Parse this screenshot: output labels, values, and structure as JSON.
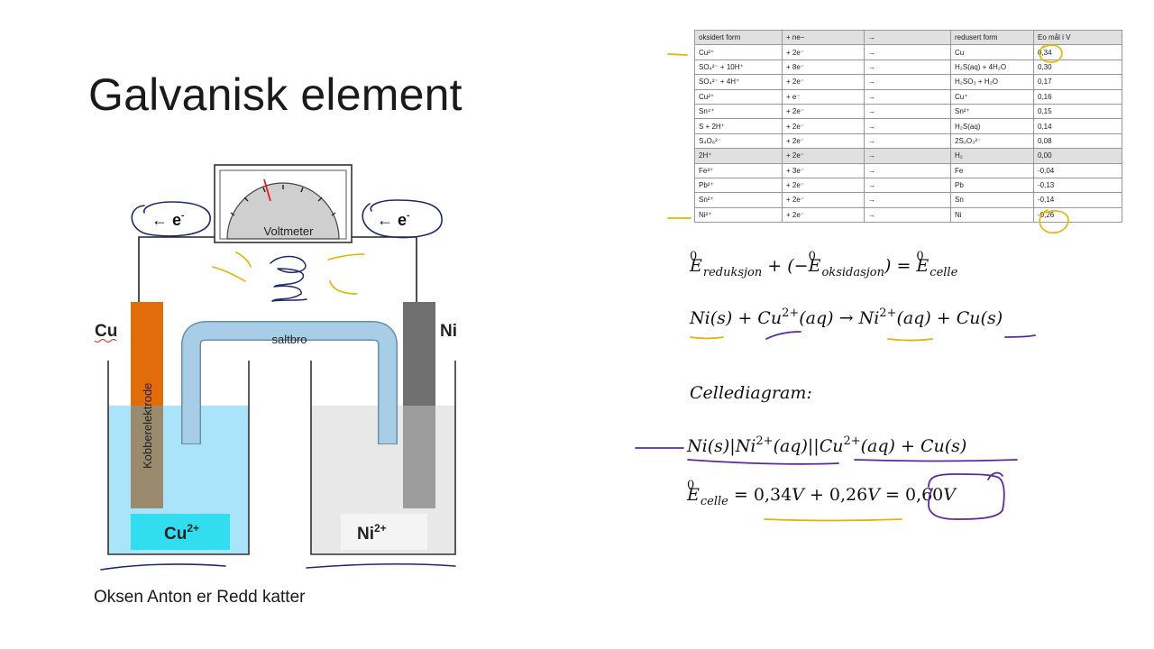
{
  "slide": {
    "title": "Galvanisk element",
    "footer": "Oksen Anton er Redd katter"
  },
  "diagram": {
    "voltmeter_label": "Voltmeter",
    "electron_left": "← e",
    "electron_right": "← e",
    "electron_sup": "-",
    "salt_bridge_label": "saltbro",
    "left_metal": "Cu",
    "right_metal": "Ni",
    "electrode_label": "Kobberelektrode",
    "left_ion": "Cu",
    "left_ion_charge": "2+",
    "right_ion": "Ni",
    "right_ion_charge": "2+",
    "colors": {
      "copper": "#e36c0a",
      "nickel": "#7f7f7f",
      "left_solution": "#a9e4fa",
      "right_solution": "#e8e8e8",
      "salt_bridge": "#a8cde6",
      "cu_ion_box": "#33ddf0",
      "needle": "#e02020"
    }
  },
  "table": {
    "headers": [
      "oksidert form",
      "+ ne−",
      "→",
      "redusert form",
      "Eo mål i V"
    ],
    "rows": [
      {
        "ox": "Cu²⁺",
        "ne": "+ 2e⁻",
        "arrow": "→",
        "red": "Cu",
        "e": "0,34"
      },
      {
        "ox": "SO₄²⁻ + 10H⁺",
        "ne": "+ 8e⁻",
        "arrow": "→",
        "red": "H₂S(aq)  + 4H₂O",
        "e": "0,30"
      },
      {
        "ox": "SO₄²⁻ + 4H⁺",
        "ne": "+ 2e⁻",
        "arrow": "→",
        "red": "H₂SO₃  + H₂O",
        "e": "0,17"
      },
      {
        "ox": "Cu²⁺",
        "ne": "+ e⁻",
        "arrow": "→",
        "red": "Cu⁺",
        "e": "0,16"
      },
      {
        "ox": "Sn⁴⁺",
        "ne": "+ 2e⁻",
        "arrow": "→",
        "red": "Sn²⁺",
        "e": "0,15"
      },
      {
        "ox": "S + 2H⁺",
        "ne": "+ 2e⁻",
        "arrow": "→",
        "red": "H₂S(aq)",
        "e": "0,14"
      },
      {
        "ox": "S₄O₆²⁻",
        "ne": "+ 2e⁻",
        "arrow": "→",
        "red": "2S₂O₃²⁻",
        "e": "0,08"
      },
      {
        "ox": "2H⁺",
        "ne": "+ 2e⁻",
        "arrow": "→",
        "red": "H₂",
        "e": "0,00"
      },
      {
        "ox": "Fe³⁺",
        "ne": "+ 3e⁻",
        "arrow": "→",
        "red": "Fe",
        "e": "-0,04"
      },
      {
        "ox": "Pb²⁺",
        "ne": "+ 2e⁻",
        "arrow": "→",
        "red": "Pb",
        "e": "-0,13"
      },
      {
        "ox": "Sn²⁺",
        "ne": "+ 2e⁻",
        "arrow": "→",
        "red": "Sn",
        "e": "-0,14"
      },
      {
        "ox": "Ni²⁺",
        "ne": "+ 2e⁻",
        "arrow": "→",
        "red": "Ni",
        "e": "-0,26"
      }
    ]
  },
  "equations": {
    "eq1": {
      "E": "E",
      "zero": "0",
      "sub_red": "reduksjon",
      "plus_open": " + (−",
      "sub_ox": "oksidasjon",
      "close_eq": ") = ",
      "sub_cell": "celle"
    },
    "eq2": {
      "a": "Ni",
      "b": "(s) + ",
      "c": "Cu",
      "c_sup": "2+",
      "d": "(aq) → ",
      "e": "Ni",
      "e_sup": "2+",
      "f": "(aq) + ",
      "g": "Cu",
      "h": "(s)"
    },
    "eq3": {
      "text": "Cellediagram:"
    },
    "eq4": {
      "a": "Ni",
      "b": "(s)|",
      "c": "Ni",
      "c_sup": "2+",
      "d": "(aq)||",
      "e": "Cu",
      "e_sup": "2+",
      "f": "(aq) + ",
      "g": "Cu",
      "h": "(s)"
    },
    "eq5": {
      "E": "E",
      "zero": "0",
      "sub_cell": "celle",
      "rhs1": " = 0,34",
      "v1": "V",
      "rhs2": " + 0,26",
      "v2": "V",
      "rhs3": " = 0,60",
      "v3": "V"
    }
  },
  "ink_colors": {
    "yellow": "#e6b400",
    "navy": "#1f2a6b",
    "purple": "#5b2a9c"
  }
}
